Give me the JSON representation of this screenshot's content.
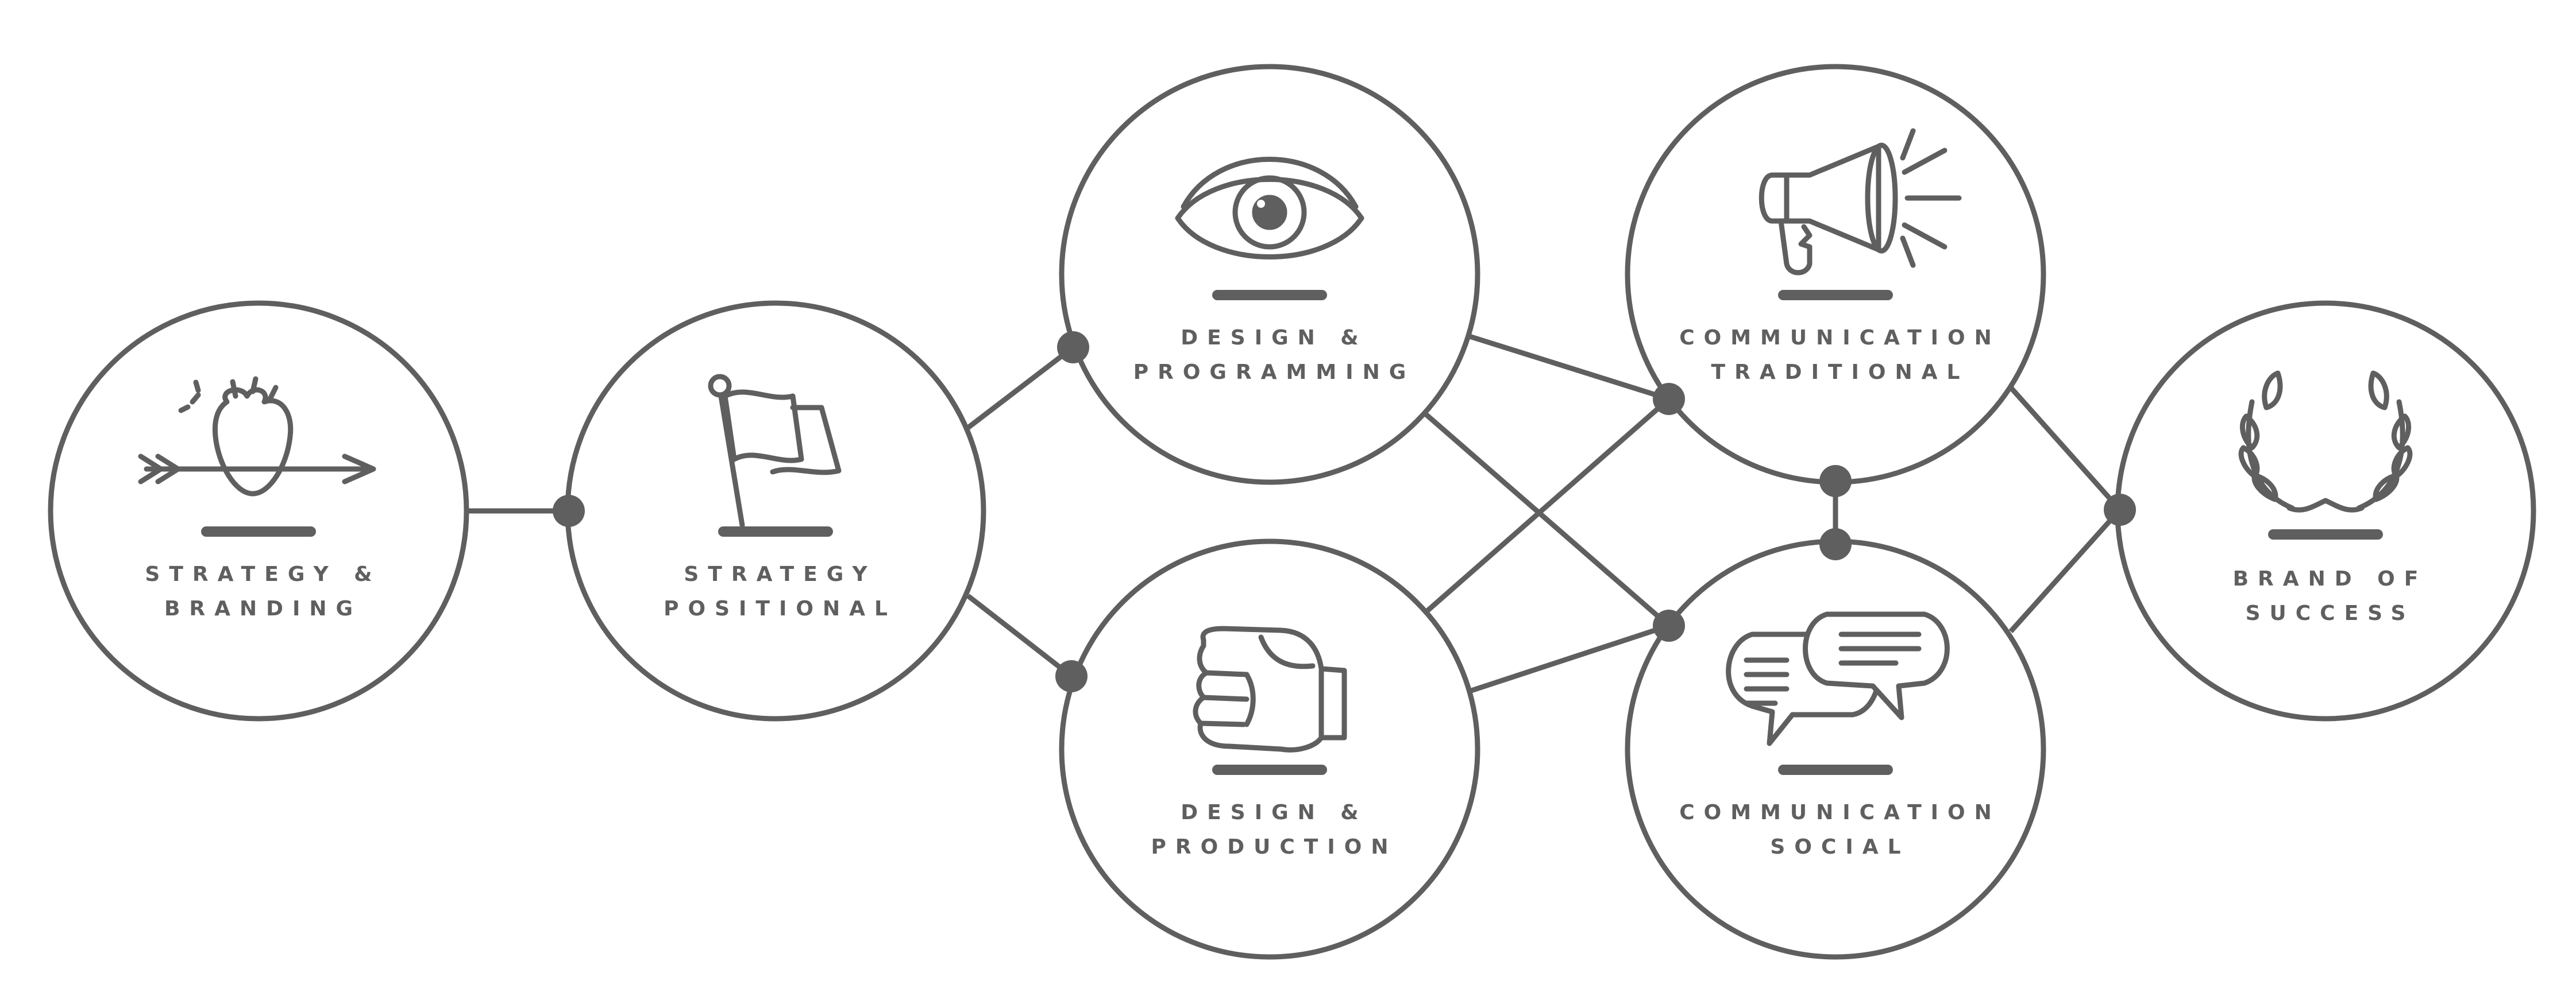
{
  "colors": {
    "stroke": "#5f5f5f",
    "background": "#ffffff"
  },
  "nodes": [
    {
      "id": "strategy-branding",
      "icon": "heart-arrow-icon",
      "label_line1": "STRATEGY &",
      "label_line2": "BRANDING"
    },
    {
      "id": "strategy-positional",
      "icon": "flag-icon",
      "label_line1": "STRATEGY",
      "label_line2": "POSITIONAL"
    },
    {
      "id": "design-programming",
      "icon": "eye-icon",
      "label_line1": "DESIGN &",
      "label_line2": "PROGRAMMING"
    },
    {
      "id": "design-production",
      "icon": "fist-icon",
      "label_line1": "DESIGN &",
      "label_line2": "PRODUCTION"
    },
    {
      "id": "communication-traditional",
      "icon": "megaphone-icon",
      "label_line1": "COMMUNICATION",
      "label_line2": "TRADITIONAL"
    },
    {
      "id": "communication-social",
      "icon": "speech-bubbles-icon",
      "label_line1": "COMMUNICATION",
      "label_line2": "SOCIAL"
    },
    {
      "id": "brand-of-success",
      "icon": "laurel-wreath-icon",
      "label_line1": "BRAND OF",
      "label_line2": "SUCCESS"
    }
  ],
  "edges": [
    {
      "from": "strategy-branding",
      "to": "strategy-positional"
    },
    {
      "from": "strategy-positional",
      "to": "design-programming"
    },
    {
      "from": "strategy-positional",
      "to": "design-production"
    },
    {
      "from": "design-programming",
      "to": "communication-traditional"
    },
    {
      "from": "design-programming",
      "to": "communication-social"
    },
    {
      "from": "design-production",
      "to": "communication-traditional"
    },
    {
      "from": "design-production",
      "to": "communication-social"
    },
    {
      "from": "communication-traditional",
      "to": "communication-social"
    },
    {
      "from": "communication-traditional",
      "to": "brand-of-success"
    },
    {
      "from": "communication-social",
      "to": "brand-of-success"
    }
  ]
}
